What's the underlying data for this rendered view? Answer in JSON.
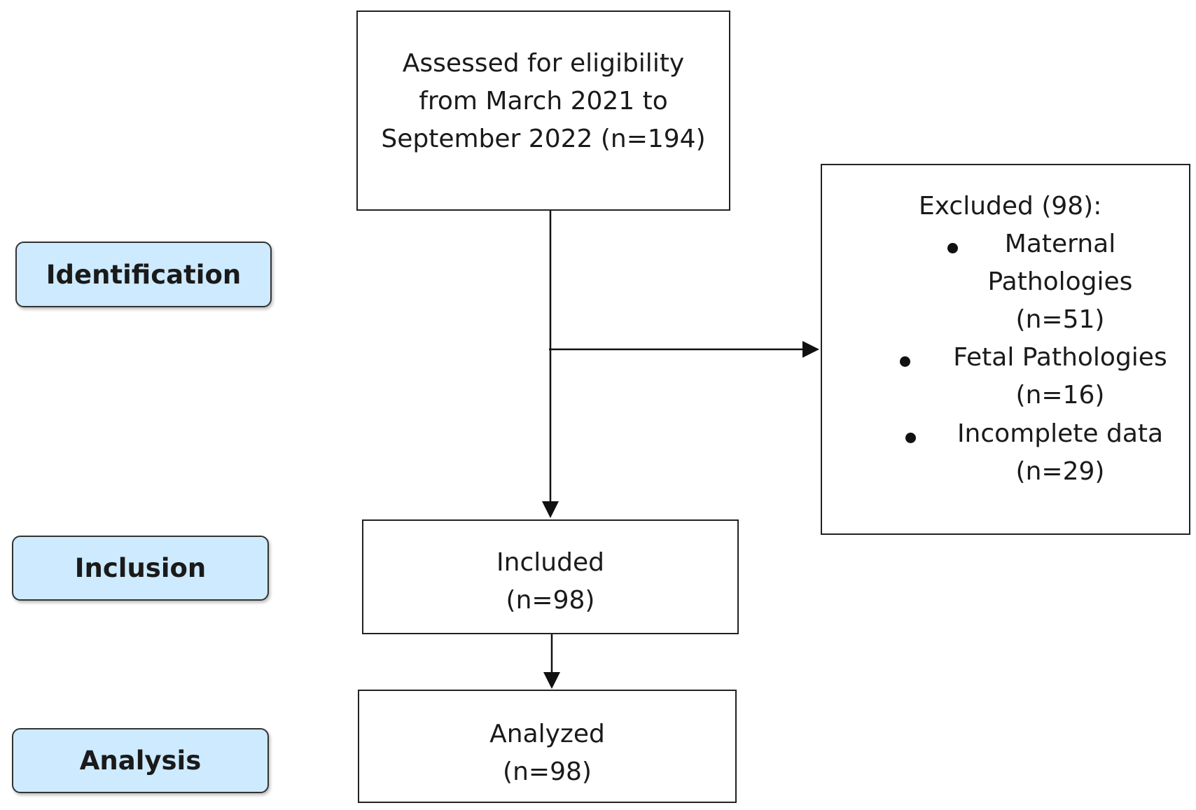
{
  "stages": {
    "identification": "Identification",
    "inclusion": "Inclusion",
    "analysis": "Analysis"
  },
  "assessed": {
    "line1": "Assessed for eligibility",
    "line2": "from March 2021 to",
    "line3": "September 2022 (n=194)"
  },
  "excluded": {
    "heading": "Excluded (98):",
    "items": [
      {
        "line1": "Maternal",
        "line2": "Pathologies",
        "line3": "(n=51)"
      },
      {
        "line1": "Fetal Pathologies",
        "line2": "(n=16)"
      },
      {
        "line1": "Incomplete data",
        "line2": "(n=29)"
      }
    ]
  },
  "included": {
    "line1": "Included",
    "line2": "(n=98)"
  },
  "analyzed": {
    "line1": "Analyzed",
    "line2": "(n=98)"
  },
  "colors": {
    "stage_fill": "#cdeafe",
    "line": "#111111"
  }
}
